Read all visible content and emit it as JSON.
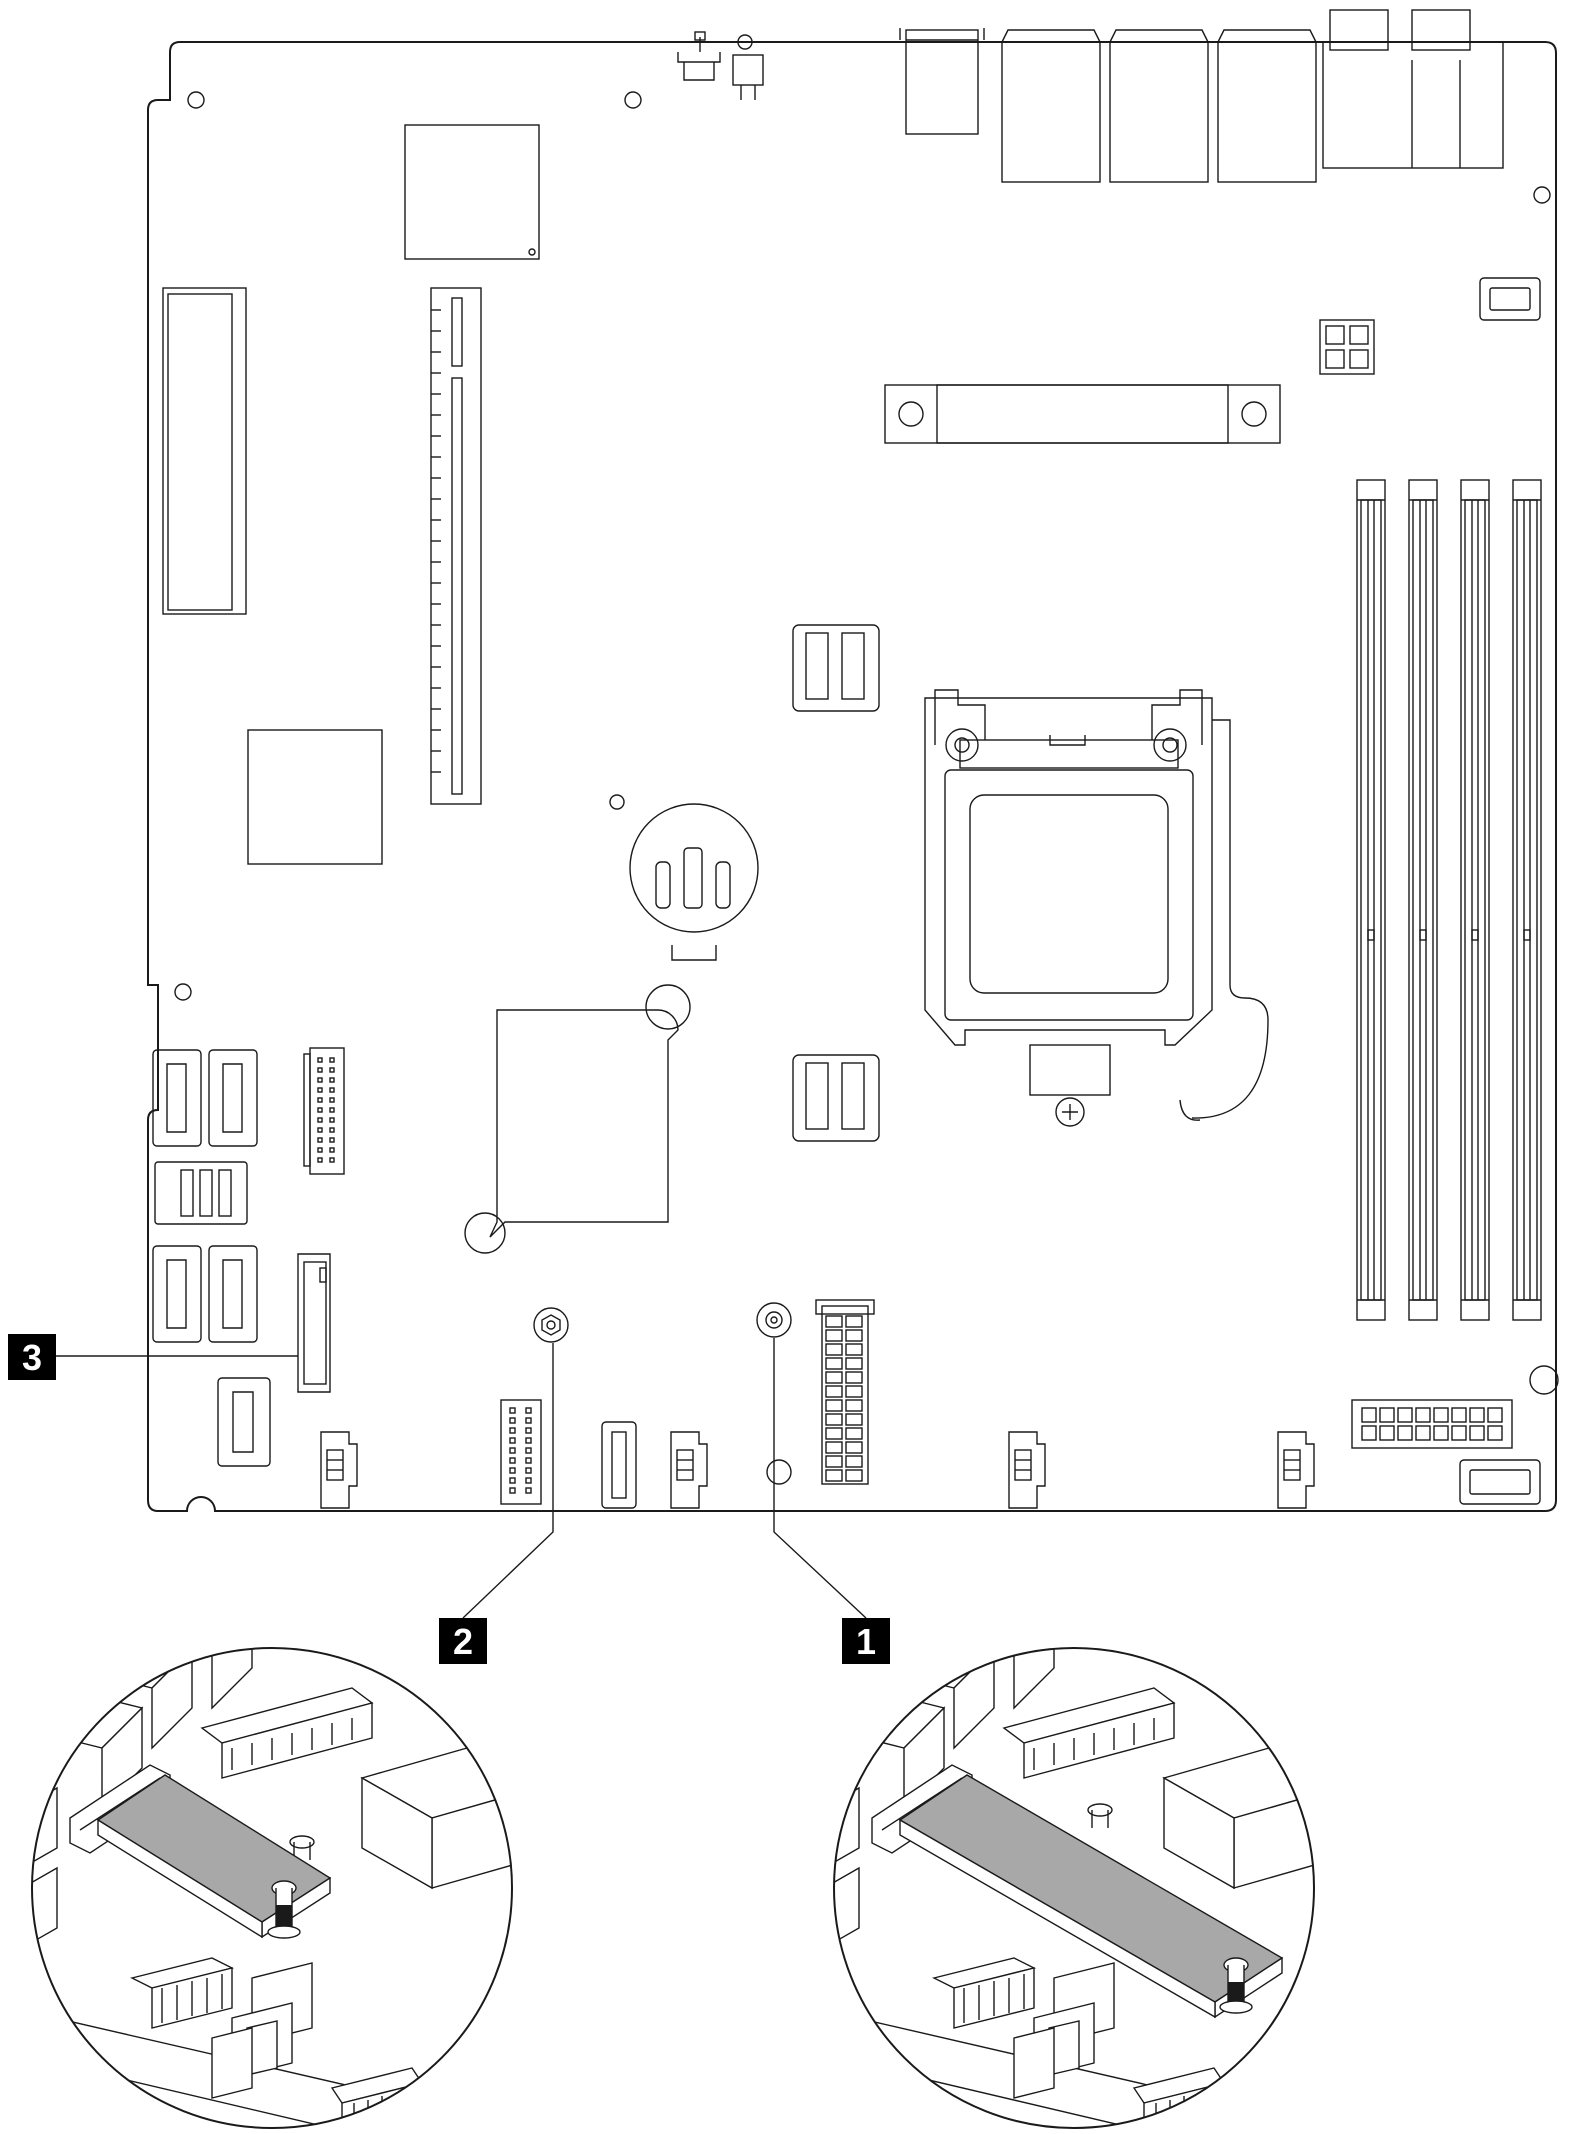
{
  "figure": {
    "description_kind": "system board M.2 slot and retainer positions",
    "callouts": [
      {
        "id": 1,
        "label": "1",
        "target": "retainer-position-long"
      },
      {
        "id": 2,
        "label": "2",
        "target": "retainer-position-short"
      },
      {
        "id": 3,
        "label": "3",
        "target": "m2-slot"
      }
    ],
    "colors": {
      "line": "#1a1a1a",
      "badge": "#000000",
      "badge_text": "#ffffff",
      "drive_fill": "#a8a8a8",
      "background": "#ffffff"
    },
    "insets": [
      {
        "name": "short-drive-detail",
        "callout": "2"
      },
      {
        "name": "long-drive-detail",
        "callout": "1"
      }
    ]
  }
}
